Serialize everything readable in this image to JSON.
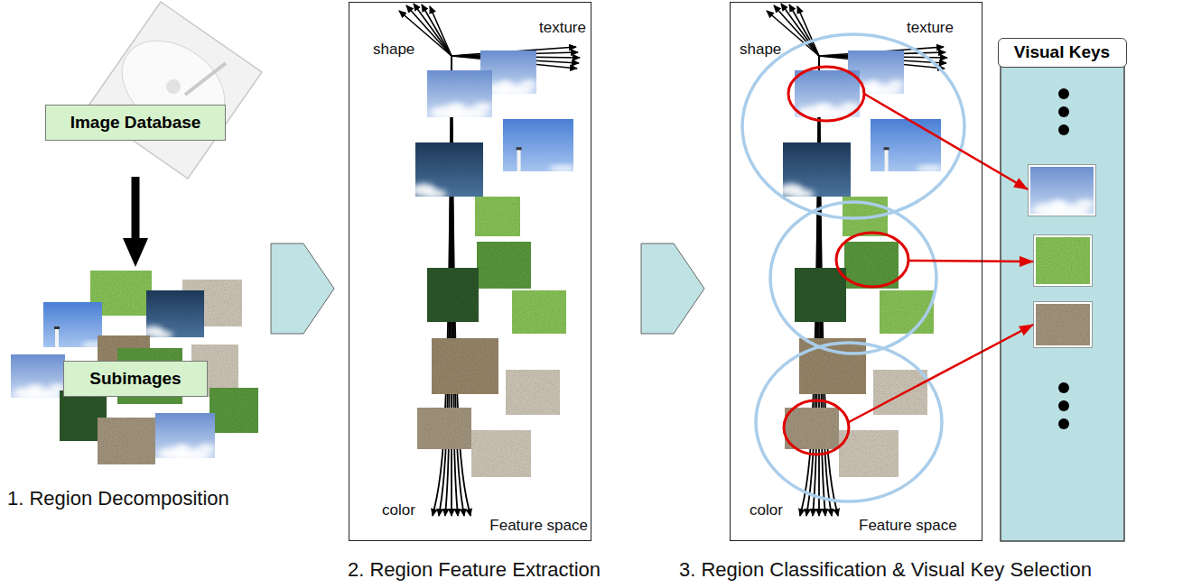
{
  "diagram": {
    "nodes": [
      {
        "text": [
          "Image Database"
        ]
      },
      {
        "text": [
          "Subimages"
        ]
      },
      {
        "text": [
          "shape",
          "texture",
          "color",
          "Feature space"
        ]
      },
      {
        "text": [
          "shape",
          "texture",
          "color",
          "Feature space"
        ]
      },
      {
        "text": [
          "Visual Keys"
        ]
      }
    ],
    "edges": [
      {
        "from": 0,
        "to": 1,
        "arrow": "to"
      }
    ],
    "labels": [
      "1. Region Decomposition",
      "2. Region Feature Extraction",
      "3. Region Classification & Visual Key Selection"
    ]
  }
}
